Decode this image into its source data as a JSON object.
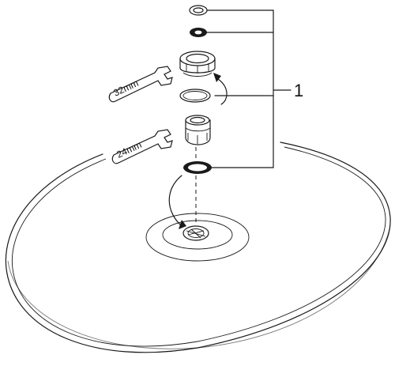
{
  "diagram": {
    "callout_number": "1",
    "wrenches": [
      {
        "label": "32mm"
      },
      {
        "label": "24mm"
      }
    ]
  }
}
